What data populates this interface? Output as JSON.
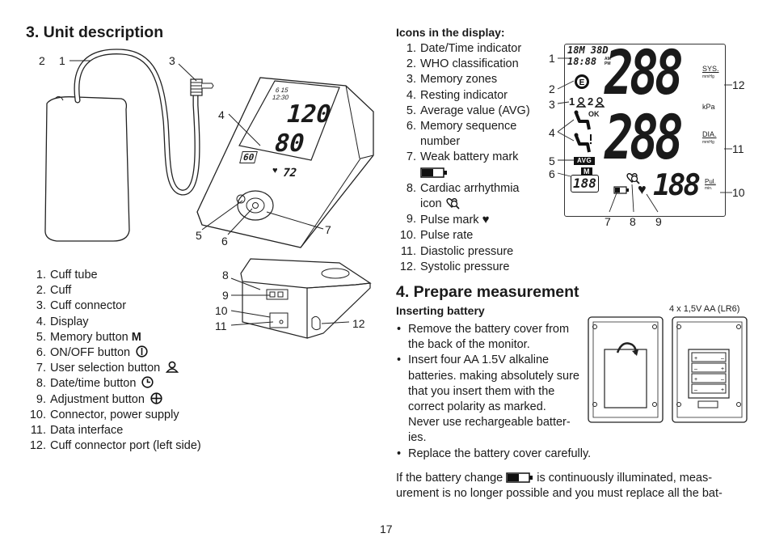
{
  "left": {
    "heading": "3. Unit description",
    "parts": [
      {
        "num": "1",
        "text": "Cuff tube"
      },
      {
        "num": "2",
        "text": "Cuff"
      },
      {
        "num": "3",
        "text": "Cuff connector"
      },
      {
        "num": "4",
        "text": "Display"
      },
      {
        "num": "5",
        "text": "Memory button",
        "suffix": "M"
      },
      {
        "num": "6",
        "text": "ON/OFF button",
        "icon": "power-icon"
      },
      {
        "num": "7",
        "text": "User selection button",
        "icon": "users-icon"
      },
      {
        "num": "8",
        "text": "Date/time button",
        "icon": "clock-icon"
      },
      {
        "num": "9",
        "text": "Adjustment button",
        "icon": "plus-circle-icon"
      },
      {
        "num": "10",
        "text": "Connector, power supply"
      },
      {
        "num": "11",
        "text": "Data interface"
      },
      {
        "num": "12",
        "text": "Cuff connector port (left side)"
      }
    ],
    "fig_labels": {
      "l1": "1",
      "l2": "2",
      "l3": "3",
      "l4": "4",
      "l5": "5",
      "l6": "6",
      "l7": "7"
    },
    "side_labels": {
      "l8": "8",
      "l9": "9",
      "l10": "10",
      "l11": "11",
      "l12": "12"
    },
    "monitor_display": {
      "sys": "120",
      "dia": "80",
      "pulse": "72",
      "mem": "60",
      "date": "6 15",
      "time": "12:30"
    }
  },
  "icons_section": {
    "heading": "Icons in the display:",
    "items": [
      {
        "num": "1",
        "text": "Date/Time indicator"
      },
      {
        "num": "2",
        "text": "WHO classification"
      },
      {
        "num": "3",
        "text": "Memory zones"
      },
      {
        "num": "4",
        "text": "Resting indicator"
      },
      {
        "num": "5",
        "text": "Average value (AVG)"
      },
      {
        "num": "6",
        "text": "Memory sequence number"
      },
      {
        "num": "7",
        "text": "Weak battery mark",
        "icon": "battery-icon"
      },
      {
        "num": "8",
        "text": "Cardiac arrhythmia icon",
        "icon": "arrhythmia-icon"
      },
      {
        "num": "9",
        "text": "Pulse mark",
        "icon": "heart-icon"
      },
      {
        "num": "10",
        "text": "Pulse rate"
      },
      {
        "num": "11",
        "text": "Diastolic pressure"
      },
      {
        "num": "12",
        "text": "Systolic pressure"
      }
    ]
  },
  "lcd": {
    "date_row": "18M 38D",
    "time_row": "18:88",
    "big_sys": "288",
    "big_dia": "288",
    "pulse": "188",
    "mem_seq": "188",
    "sys_label": "SYS.",
    "dia_label": "DIA.",
    "unit_mmhg": "mmHg",
    "kpa": "kPa",
    "pul_label": "Pul.",
    "pul_unit": "min.",
    "avg": "AVG",
    "mem_m": "M",
    "ok": "OK",
    "am": "AM",
    "pm": "PM",
    "user1": "1",
    "user2": "2",
    "labels": {
      "l1": "1",
      "l2": "2",
      "l3": "3",
      "l4": "4",
      "l5": "5",
      "l6": "6",
      "l7": "7",
      "l8": "8",
      "l9": "9",
      "l10": "10",
      "l11": "11",
      "l12": "12"
    }
  },
  "prepare": {
    "heading": "4. Prepare measurement",
    "subheading": "Inserting battery",
    "bullets": [
      "Remove the battery cover from the back of the monitor.",
      "Insert four AA 1.5V alkaline batteries. making absolutely sure that you insert them with the correct polarity as marked. Never use rechargeable batter-ies.",
      "Replace the battery cover carefully."
    ],
    "battery_caption": "4 x 1,5V AA (LR6)",
    "footer_before": "If the battery change",
    "footer_after": "is continuously illuminated, meas-urement is no longer possible and you must replace all the bat-"
  },
  "page_number": "17"
}
